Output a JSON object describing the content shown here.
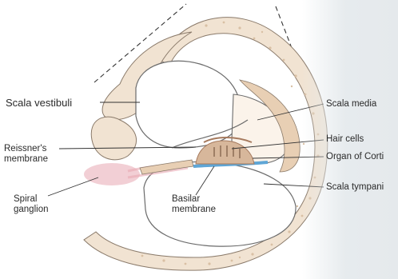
{
  "labels": {
    "scala_vestibuli": "Scala vestibuli",
    "scala_media": "Scala media",
    "hair_cells": "Hair cells",
    "reissners_membrane": [
      "Reissner's",
      "membrane"
    ],
    "organ_of_corti": "Organ of Corti",
    "spiral_ganglion": [
      "Spiral",
      "ganglion"
    ],
    "basilar_membrane": [
      "Basilar",
      "membrane"
    ],
    "scala_tympani": "Scala tympani"
  },
  "colors": {
    "bone": "#f1e3d2",
    "bone_speckle": "#ddc7ae",
    "membrane_outline": "#6b6b6b",
    "basilar_blue": "#5fa6d6",
    "ganglion_pink": "#e7a8b3",
    "organ_brown": "#a67a5e",
    "page_shadow": "#e5e9ec"
  }
}
